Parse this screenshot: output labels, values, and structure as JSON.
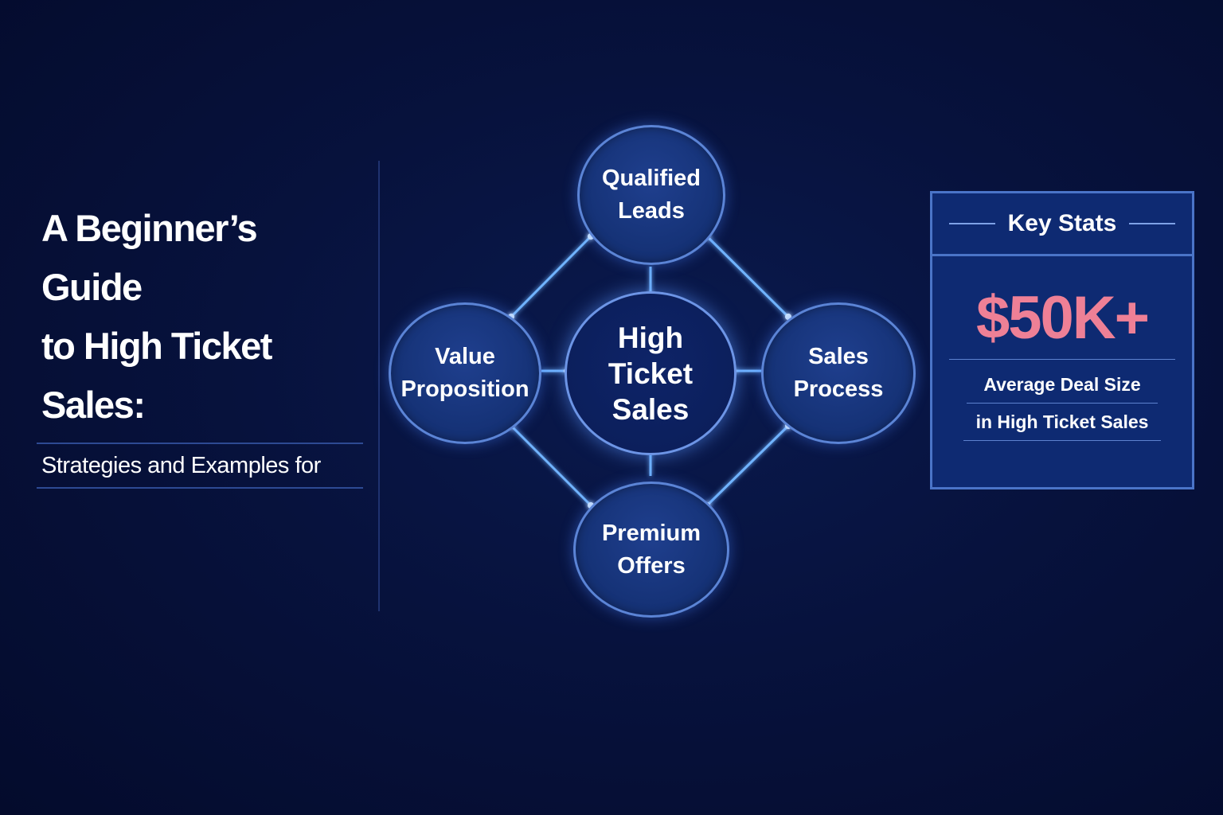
{
  "header": {
    "title_line1": "A Beginner’s Guide",
    "title_line2": "to High Ticket Sales:",
    "subtitle": "Strategies and Examples for"
  },
  "diagram": {
    "center": "High\nTicket\nSales",
    "nodes": {
      "top": "Qualified\nLeads",
      "left": "Value\nProposition",
      "right": "Sales\nProcess",
      "bottom": "Premium\nOffers"
    },
    "colors": {
      "glow": "#6fb3ff",
      "node_border": "#5b84d6",
      "background": "#07123d"
    }
  },
  "stats": {
    "title": "Key Stats",
    "value": "$50K+",
    "desc_line1": "Average Deal Size",
    "desc_line2": "in High Ticket Sales",
    "colors": {
      "value": "#ee8096",
      "panel": "#0e2a72"
    }
  }
}
